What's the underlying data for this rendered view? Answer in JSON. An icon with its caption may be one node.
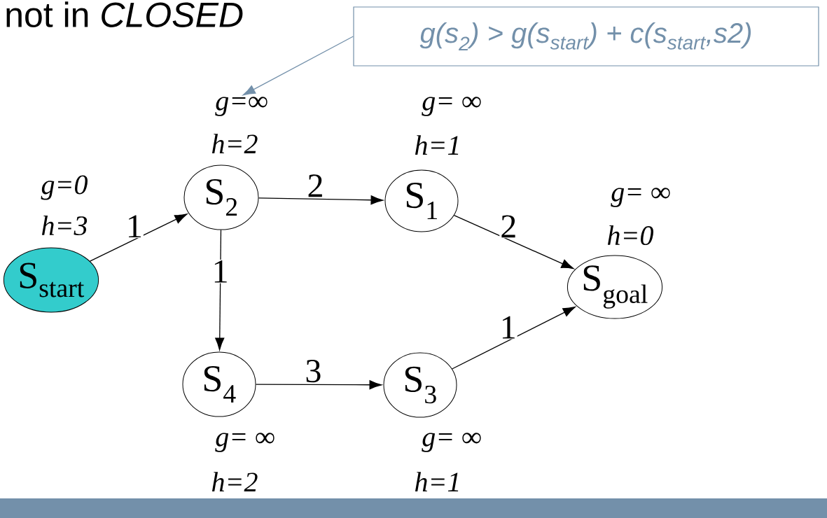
{
  "diagram": {
    "nodes": [
      {
        "text": [
          "S$_{start}$"
        ],
        "beside": [
          "g=0",
          "h=3"
        ]
      },
      {
        "text": [
          "S$_{2}$"
        ],
        "beside": [
          "g=∞",
          "h=2"
        ]
      },
      {
        "text": [
          "S$_{1}$"
        ],
        "beside": [
          "g= ∞",
          "h=1"
        ]
      },
      {
        "text": [
          "S$_{goal}$"
        ],
        "beside": [
          "g= ∞",
          "h=0"
        ]
      },
      {
        "text": [
          "S$_{4}$"
        ],
        "beside": [
          "g= ∞",
          "h=2"
        ]
      },
      {
        "text": [
          "S$_{3}$"
        ],
        "beside": [
          "g= ∞",
          "h=1"
        ]
      },
      {
        "text": [
          "g(s$_{2}$) > g(s$_{start}$) + c(s$_{start}$,s2)"
        ]
      }
    ],
    "edges": [
      {
        "from": 0,
        "to": 1,
        "arrow": "to",
        "label": "1"
      },
      {
        "from": 1,
        "to": 2,
        "arrow": "to",
        "label": "2"
      },
      {
        "from": 1,
        "to": 4,
        "arrow": "to",
        "label": "1"
      },
      {
        "from": 2,
        "to": 3,
        "arrow": "to",
        "label": "2"
      },
      {
        "from": 4,
        "to": 5,
        "arrow": "to",
        "label": "3"
      },
      {
        "from": 5,
        "to": 3,
        "arrow": "to",
        "label": "1"
      },
      {
        "from": 6,
        "to": 1,
        "arrow": "to",
        "color": "#7390aa"
      }
    ],
    "labels": [
      "not in *CLOSED*"
    ]
  }
}
